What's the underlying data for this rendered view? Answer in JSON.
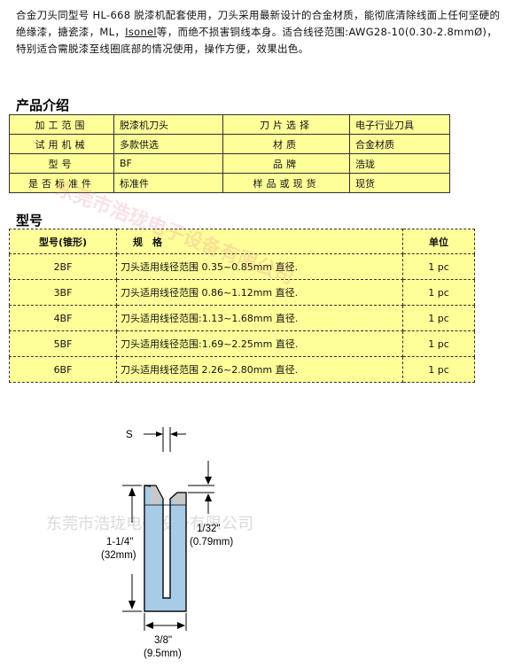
{
  "intro": {
    "part1": "合金刀头同型号 HL-668 脱漆机配套使用，刀头采用最新设计的合金材质，能彻底清除线面上任何坚硬的绝缘漆，搪瓷漆，ML，",
    "isonel": "Isonel",
    "part2": "等，而绝不损害铜线本身。适合线径范围:AWG28-10(0.30-2.8mmØ)，特别适合需脱漆至线圈底部的情况使用，操作方便，效果出色。"
  },
  "product_section_title": "产品介绍",
  "spec_table": [
    [
      "加工范围",
      "脱漆机刀头",
      "刀片选择",
      "电子行业刀具"
    ],
    [
      "试用机械",
      "多款供选",
      "材质",
      "合金材质"
    ],
    [
      "型号",
      "BF",
      "品牌",
      "浩珑"
    ],
    [
      "是否标准件",
      "标准件",
      "样品或现货",
      "现货"
    ]
  ],
  "model_section_title": "型号",
  "model_table": {
    "headers": [
      "型号(锥形)",
      "规　格",
      "单位"
    ],
    "rows": [
      [
        "2BF",
        "刀头适用线径范围 0.35~0.85mm 直径.",
        "1 pc"
      ],
      [
        "3BF",
        "刀头适用线径范围 0.86~1.12mm 直径.",
        "1 pc"
      ],
      [
        "4BF",
        "刀头适用线径范围:1.13~1.68mm 直径.",
        "1 pc"
      ],
      [
        "5BF",
        "刀头适用线径范围:1.69~2.25mm 直径.",
        "1 pc"
      ],
      [
        "6BF",
        "刀头适用线径范围 2.26~2.80mm 直径.",
        "1 pc"
      ]
    ]
  },
  "watermarks": {
    "red": "东莞市浩珑电子设备有限公司",
    "gray": "东莞市浩珑电子设备有限公司"
  },
  "diagram": {
    "s_label": "S",
    "height_in": "1-1/4\"",
    "height_mm": "(32mm)",
    "step_in": "1/32\"",
    "step_mm": "(0.79mm)",
    "width_in": "3/8\"",
    "width_mm": "(9.5mm)",
    "colors": {
      "blade": "#a8cce8",
      "body": "#c8c8c8"
    }
  }
}
